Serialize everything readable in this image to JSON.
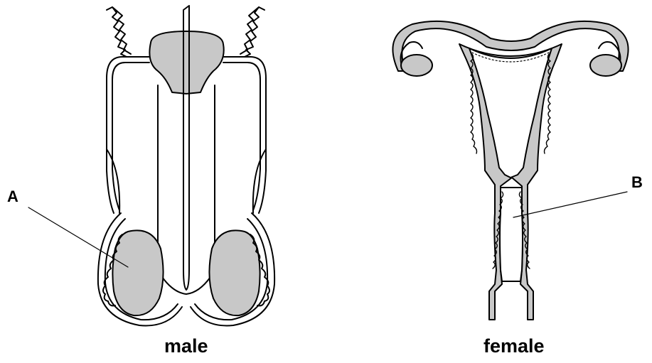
{
  "labels": {
    "a": "A",
    "b": "B"
  },
  "captions": {
    "male": "male",
    "female": "female"
  },
  "colors": {
    "tissue_fill": "#c8c8c8",
    "outline": "#000000",
    "background": "#ffffff"
  }
}
